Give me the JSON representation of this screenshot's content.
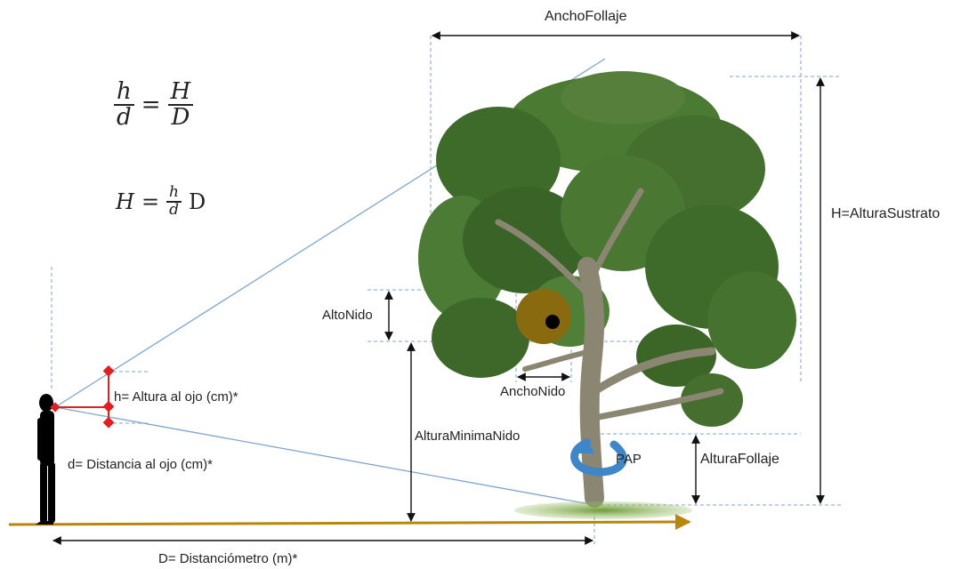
{
  "equations": {
    "ratio": {
      "h": "h",
      "d": "d",
      "equals": "=",
      "H": "H",
      "D": "D"
    },
    "height": {
      "H": "H",
      "equals": "=",
      "h": "h",
      "d": "d",
      "D": "D"
    }
  },
  "labels": {
    "ancho_follaje": "AnchoFollaje",
    "altura_sustrato": "H=AlturaSustrato",
    "alto_nido": "AltoNido",
    "ancho_nido": "AnchoNido",
    "altura_minima_nido": "AlturaMinimaNido",
    "altura_follaje": "AlturaFollaje",
    "pap": "PAP",
    "altura_ojo": "h= Altura al ojo (cm)*",
    "distancia_ojo": "d= Distancia al ojo (cm)*",
    "distanciometro": "D= Distanciómetro (m)*"
  },
  "colors": {
    "sight_line": "#7ea6cf",
    "guide_dash": "#7ea6cf",
    "measure_arrow": "#111111",
    "eye_marker": "#e02020",
    "ground": "#b8860b",
    "nest": "#8a6a0e",
    "foliage": "#3f6b2a",
    "trunk": "#8a8672",
    "pap_arrow": "#3f86c8"
  }
}
